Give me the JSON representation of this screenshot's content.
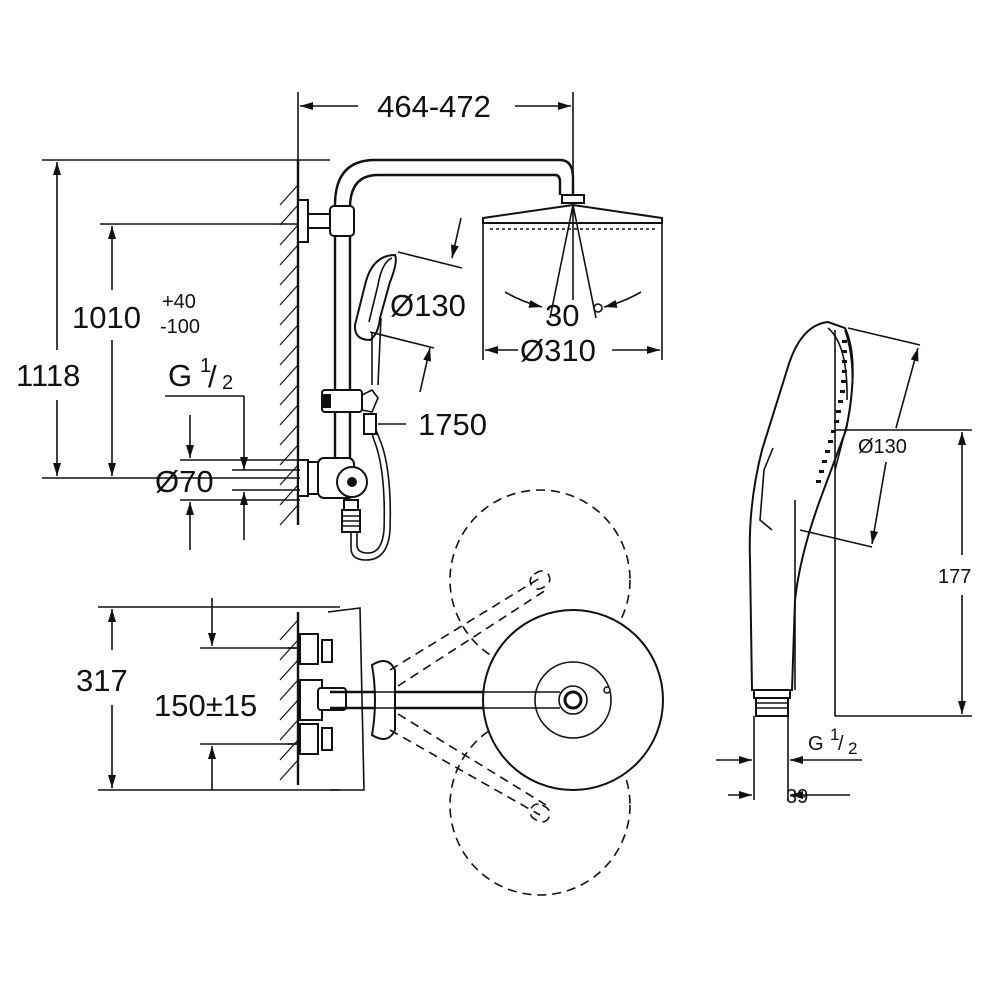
{
  "dimensions": {
    "arm_length": "464-472",
    "total_height": "1118",
    "bar_height": "1010",
    "bar_tol_plus": "+40",
    "bar_tol_minus": "-100",
    "inlet_thread_g": "G",
    "inlet_thread_num": "1",
    "inlet_thread_den": "2",
    "rosette_dia": "Ø70",
    "hand_dia": "Ø130",
    "head_angle": "30",
    "head_dia": "Ø310",
    "hose_length": "1750",
    "depth": "317",
    "inlet_spacing": "150±15",
    "hand_dia_side": "Ø130",
    "hand_length": "177",
    "hand_thread_g": "G",
    "hand_thread_num": "1",
    "hand_thread_den": "2",
    "hand_width": "39"
  },
  "colors": {
    "line": "#111111",
    "background": "#ffffff"
  }
}
